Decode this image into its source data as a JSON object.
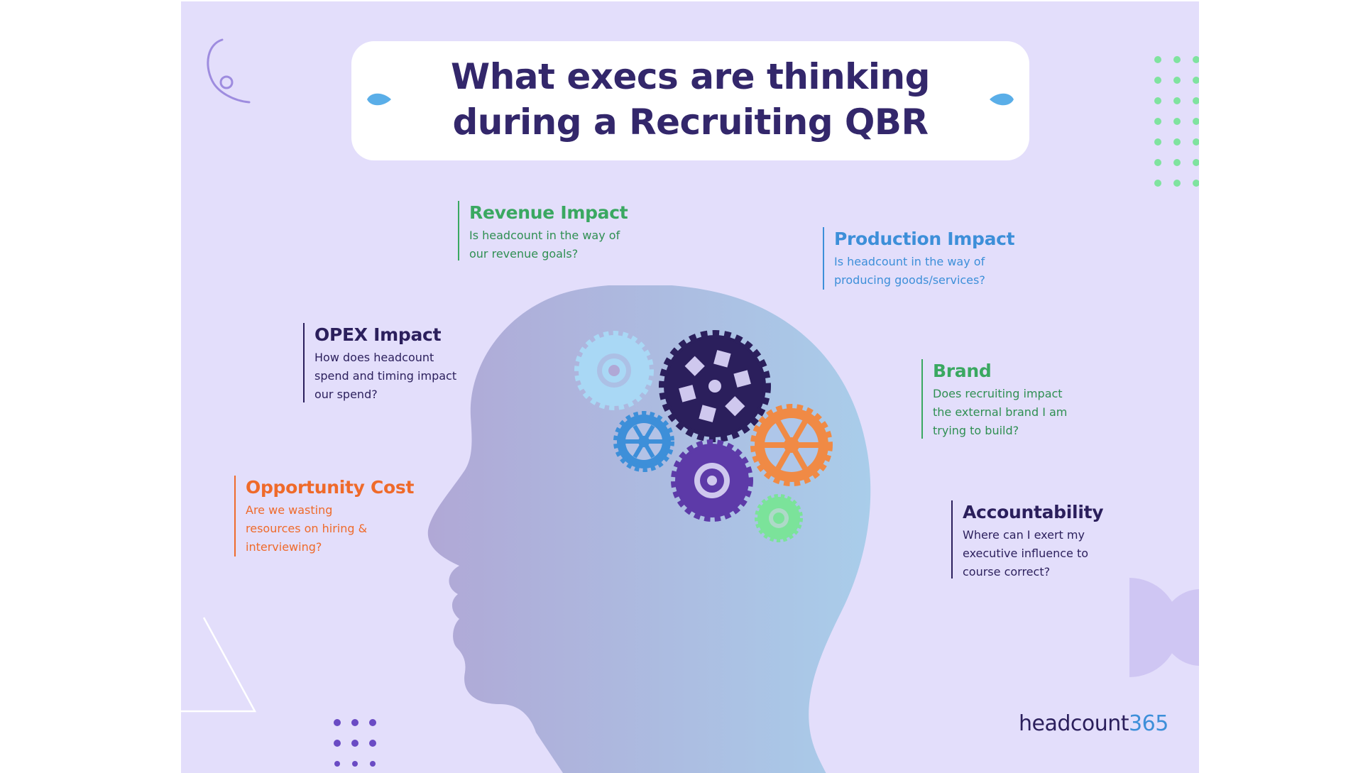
{
  "title": {
    "line1": "What execs are thinking",
    "line2": "during a Recruiting QBR"
  },
  "items": [
    {
      "id": "revenue",
      "heading": "Revenue Impact",
      "description": "Is headcount in the way of\nour revenue goals?",
      "color": "#3aa861"
    },
    {
      "id": "production",
      "heading": "Production Impact",
      "description": "Is headcount in the way of\nproducing goods/services?",
      "color": "#3d8fd9"
    },
    {
      "id": "opex",
      "heading": "OPEX Impact",
      "description": "How does headcount\nspend and timing impact\nour spend?",
      "color": "#2b1f5c"
    },
    {
      "id": "brand",
      "heading": "Brand",
      "description": "Does recruiting impact\nthe external brand I am\ntrying to build?",
      "color": "#3aa861"
    },
    {
      "id": "opportunity",
      "heading": "Opportunity Cost",
      "description": "Are we wasting\nresources on hiring &\ninterviewing?",
      "color": "#ef6a2a"
    },
    {
      "id": "accountability",
      "heading": "Accountability",
      "description": "Where can I exert my\nexecutive influence to\ncourse correct?",
      "color": "#2b1f5c"
    }
  ],
  "logo": {
    "text_main": "headcount",
    "text_accent": "365",
    "color_main": "#2b1f5c",
    "color_accent": "#3d8fd9"
  },
  "colors": {
    "background": "#e3defb",
    "title": "#33276b",
    "head_gradient_start": "#b0a8d6",
    "head_gradient_end": "#a9cdea",
    "gear_light_blue": "#a9d8f5",
    "gear_dark_navy": "#2b1f5c",
    "gear_blue": "#3d8fd9",
    "gear_orange": "#f08a45",
    "gear_purple": "#5d3aa8",
    "gear_green": "#7be39a",
    "decor_purple": "#9e8cdf",
    "decor_green_dots": "#7fe39f",
    "decor_purple_dots": "#6a4bc4",
    "drop_blue": "#5aaee8"
  },
  "icons": [
    "swirl-icon",
    "drop-icon",
    "gear-icon",
    "triangle-icon",
    "dot-grid-icon",
    "half-circle-icon"
  ]
}
